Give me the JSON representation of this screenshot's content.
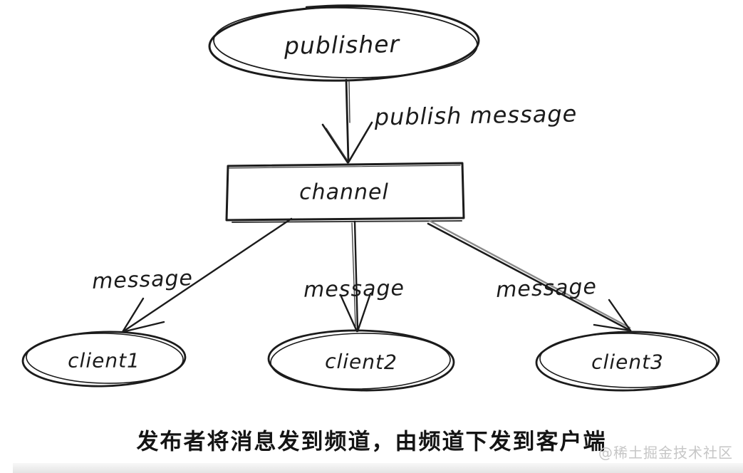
{
  "diagram": {
    "type": "flowchart",
    "style": "hand-drawn",
    "ink_color": "#1b1b1b",
    "background_color": "#ffffff",
    "nodes": [
      {
        "id": "publisher",
        "shape": "ellipse",
        "label": "publisher"
      },
      {
        "id": "channel",
        "shape": "rectangle",
        "label": "channel"
      },
      {
        "id": "client1",
        "shape": "ellipse",
        "label": "client1"
      },
      {
        "id": "client2",
        "shape": "ellipse",
        "label": "client2"
      },
      {
        "id": "client3",
        "shape": "ellipse",
        "label": "client3"
      }
    ],
    "edges": [
      {
        "from": "publisher",
        "to": "channel",
        "label": "publish message"
      },
      {
        "from": "channel",
        "to": "client1",
        "label": "message"
      },
      {
        "from": "channel",
        "to": "client2",
        "label": "message"
      },
      {
        "from": "channel",
        "to": "client3",
        "label": "message"
      }
    ]
  },
  "caption": "发布者将消息发到频道，由频道下发到客户端",
  "watermark": {
    "text": "@稀土掘金技术社区",
    "color": "#c6c6c6"
  }
}
